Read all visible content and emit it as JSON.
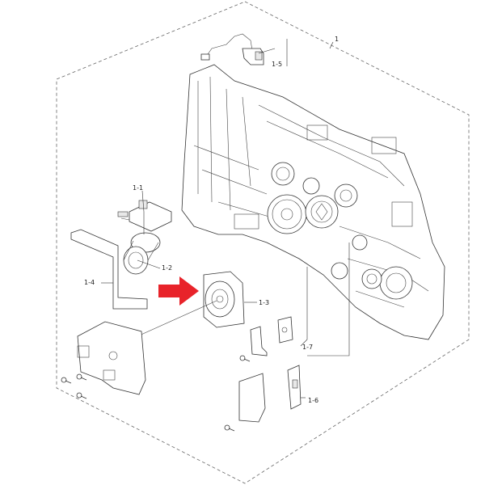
{
  "callouts": {
    "assembly": "1",
    "part_1_1": "1-1",
    "part_1_2": "1-2",
    "part_1_3": "1-3",
    "part_1_4": "1-4",
    "part_1_5": "1-5",
    "part_1_6": "1-6",
    "part_1_7": "1-7"
  },
  "highlight_color": "#e8232a",
  "line_color": "#333333",
  "icons": {
    "pointer": "red-arrow-icon",
    "screw": "screw-icon"
  }
}
